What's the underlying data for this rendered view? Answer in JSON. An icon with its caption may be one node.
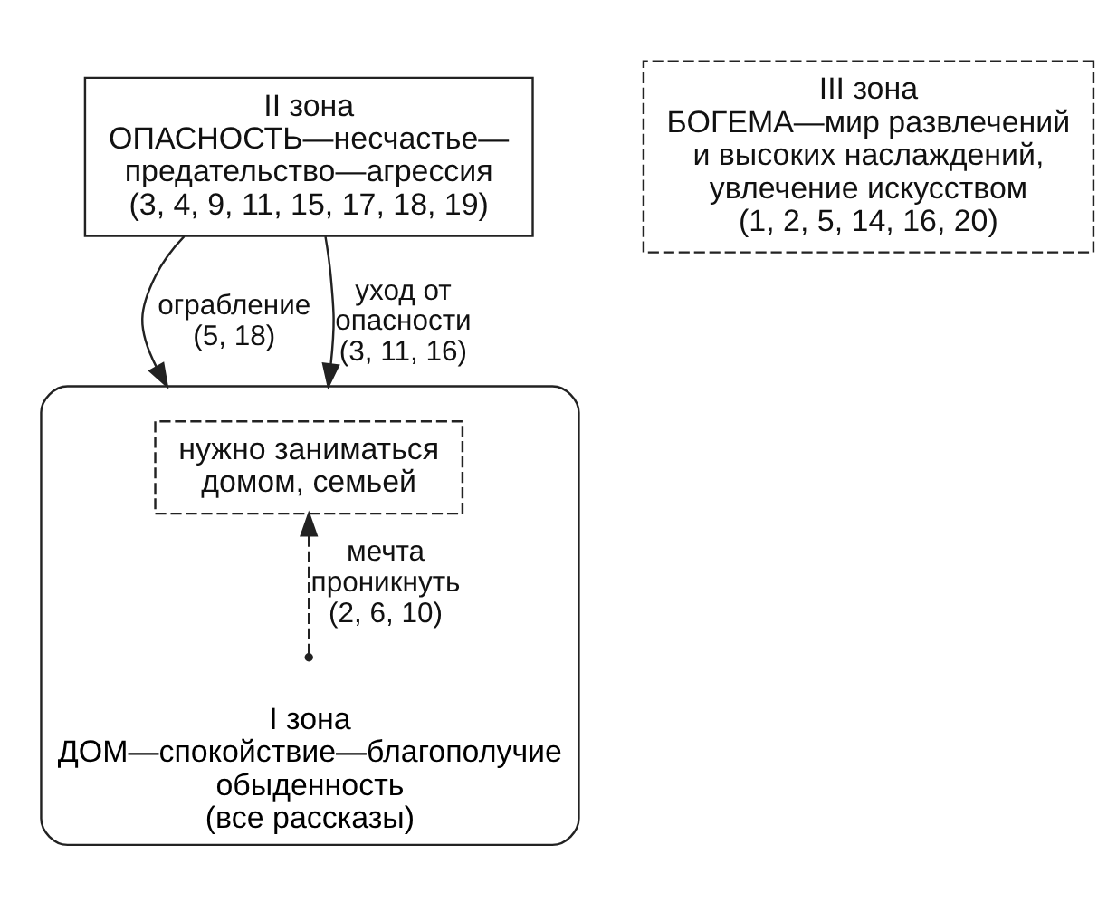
{
  "diagram": {
    "nodes": [
      {
        "text": [
          "II зона",
          "ОПАСНОСТЬ—несчастье— предательство—агрессия",
          "(3, 4, 9, 11, 15, 17, 18, 19)"
        ]
      },
      {
        "text": [
          "III зона",
          "БОГЕМА—мир развлечений и высоких наслаждений, увлечение искусством",
          "(1, 2, 5, 14, 16, 20)"
        ]
      },
      {
        "text": [
          "I зона",
          "ДОМ—спокойствие—благополучие обыденность",
          "(все рассказы)"
        ]
      },
      {
        "text": [
          "нужно заниматься домом, семьей"
        ],
        "in": 2
      }
    ],
    "edges": [
      {
        "from": 0,
        "to": 2,
        "arrow": "to",
        "label": "ограбление (5, 18)"
      },
      {
        "from": 0,
        "to": 2,
        "arrow": "to",
        "label": "уход от опасности (3, 11, 16)"
      },
      {
        "from": null,
        "to": 3,
        "arrow": "to",
        "label": "мечта проникнуть (2, 6, 10)",
        "style": "dashed"
      }
    ]
  }
}
